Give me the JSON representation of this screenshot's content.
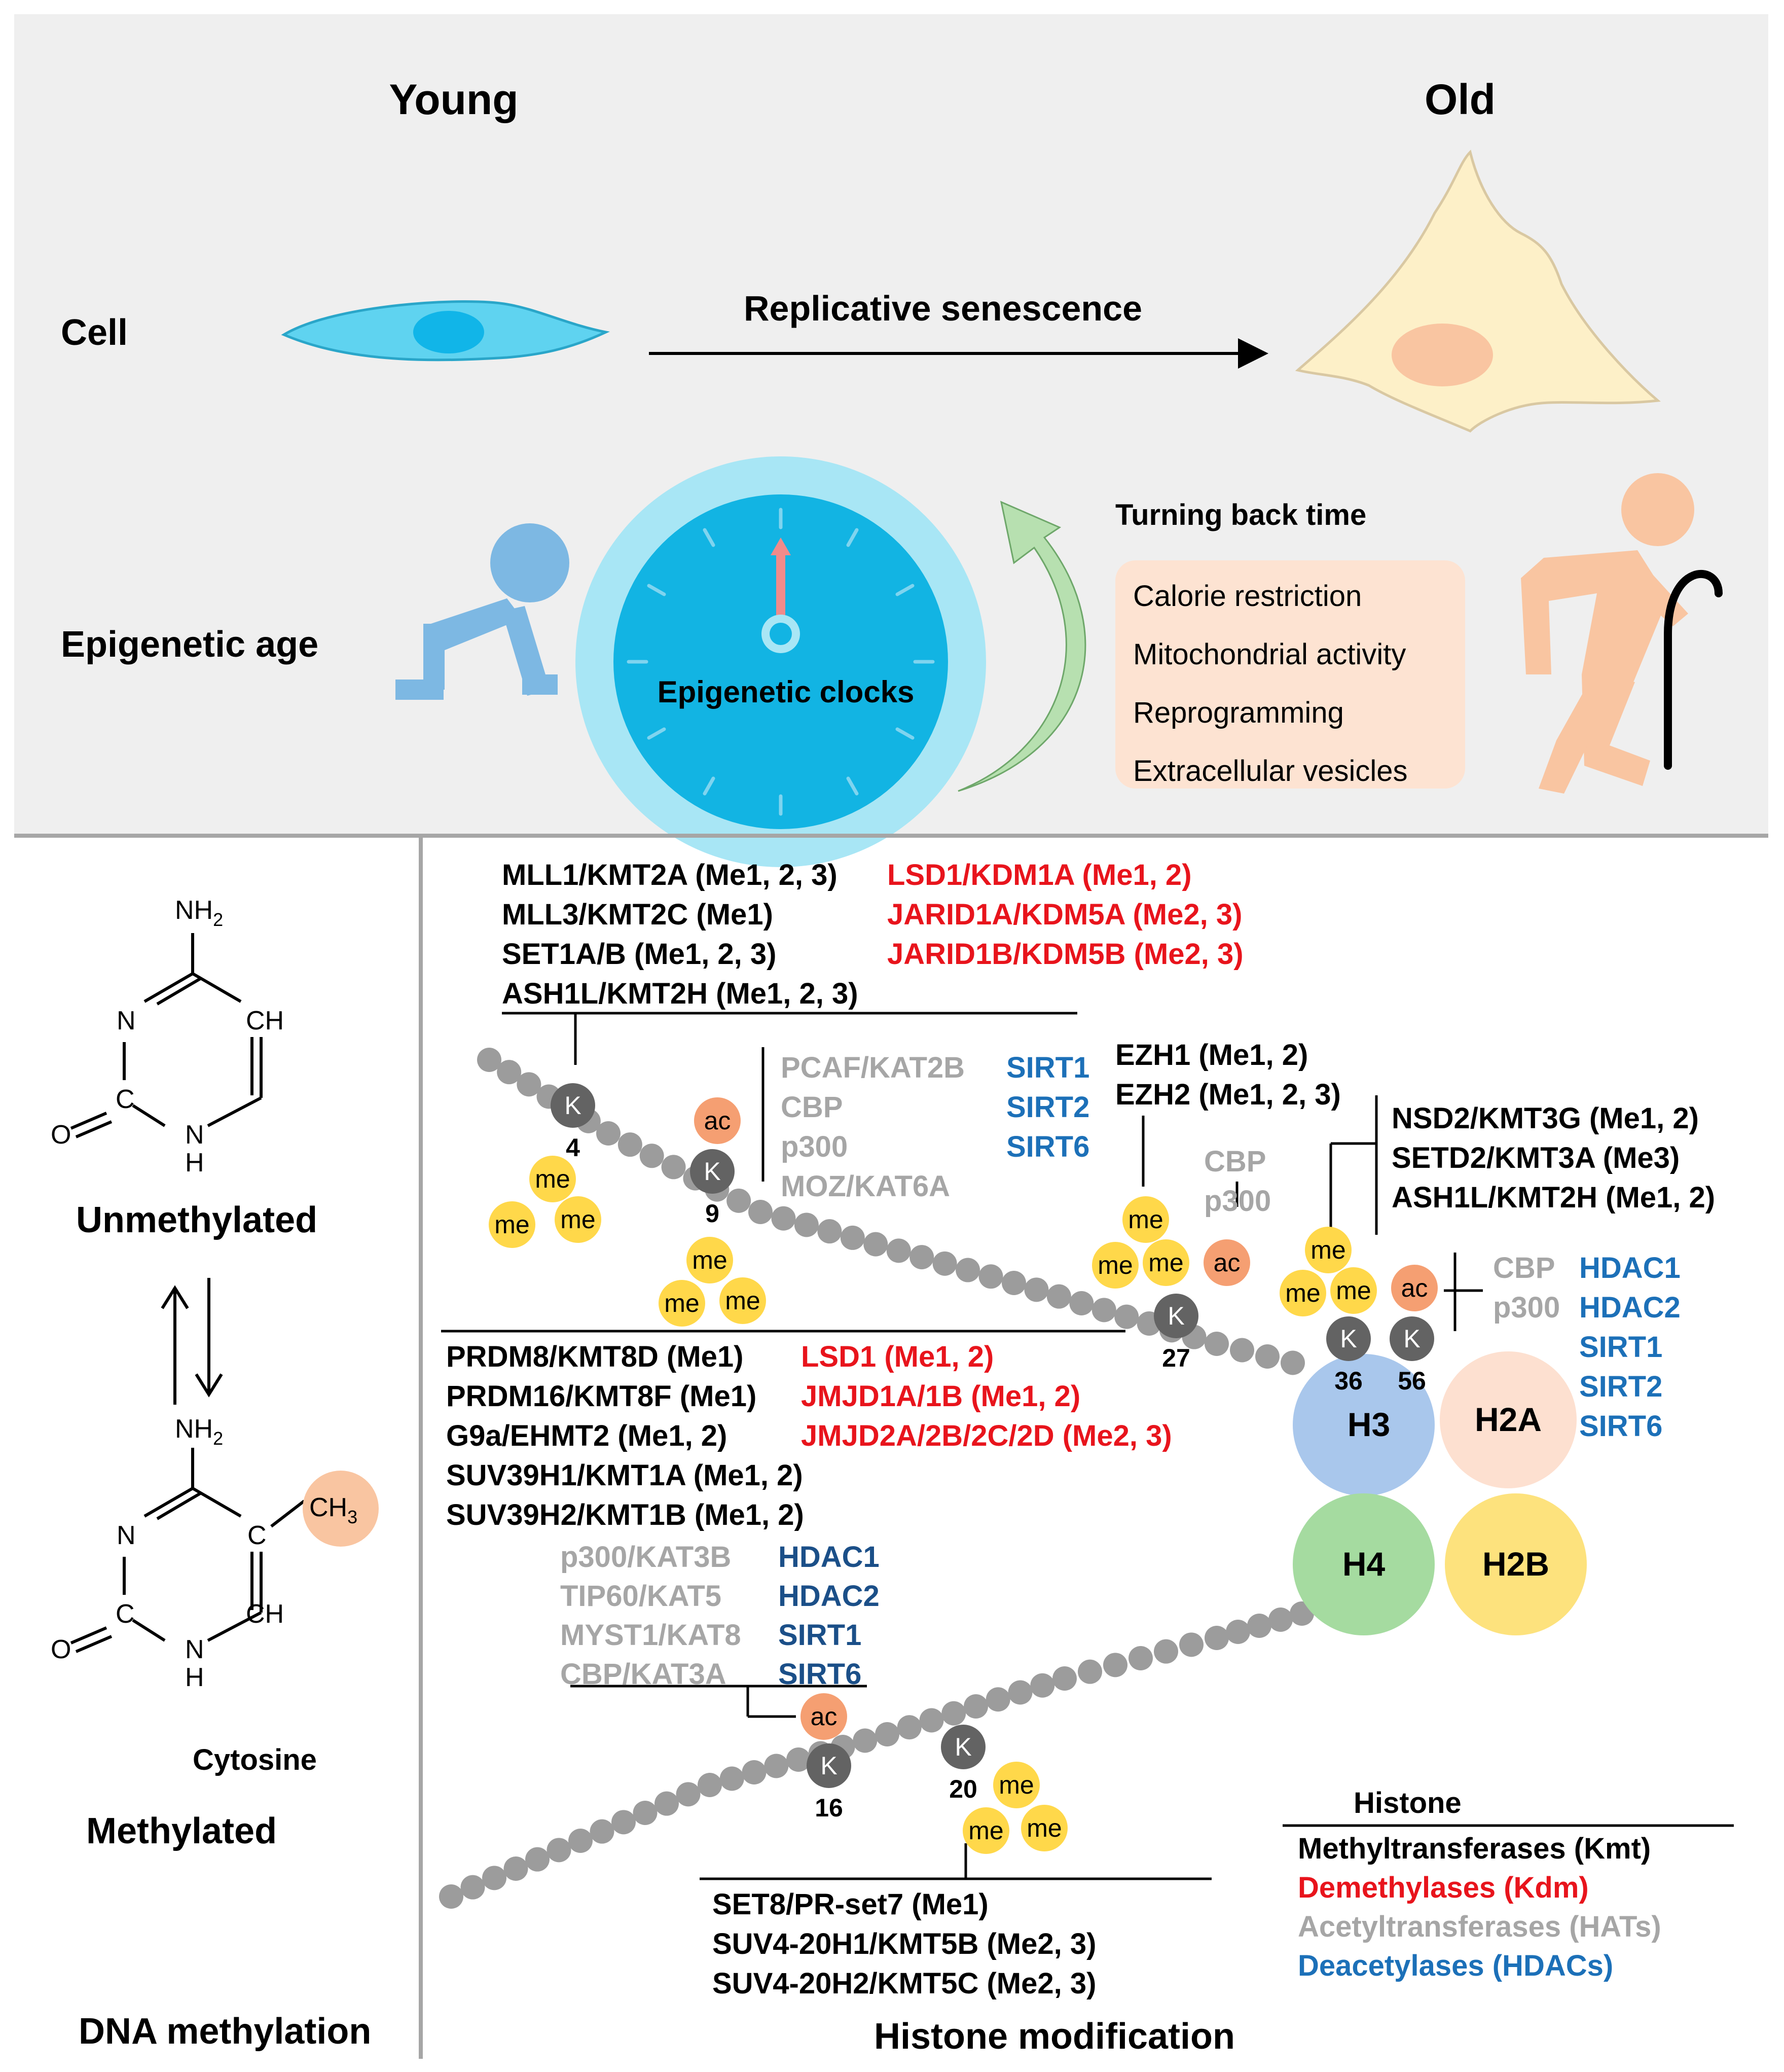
{
  "colors": {
    "panel_bg": "#efefef",
    "divider": "#a6a6a6",
    "black": "#000000",
    "red": "#e8141c",
    "gray": "#a6a6a6",
    "blue": "#1c70b8",
    "dark_blue": "#1b4f88",
    "me_yellow": "#ffd84a",
    "ac_orange": "#f59f72",
    "k_gray": "#636363",
    "bead": "#9c9c9c",
    "h3": "#a9c7ec",
    "h2a": "#fde0d0",
    "h4": "#a5dba0",
    "h2b": "#fde27d",
    "young_cell": "#5fd3f0",
    "old_cell": "#fdf0c8",
    "clock_outer": "#a8e6f5",
    "clock_inner": "#12b4e3",
    "clock_hand": "#f08b8b",
    "arrow_green": "#b7e0b0",
    "person_blue": "#7db8e3",
    "person_peach": "#f9c5a1",
    "box_peach": "#fde3d2"
  },
  "top": {
    "young": "Young",
    "old": "Old",
    "cell_label": "Cell",
    "replicative_senescence": "Replicative senescence",
    "epigenetic_age": "Epigenetic age",
    "epigenetic_clocks": "Epigenetic clocks",
    "turning_back_time": "Turning back time",
    "interventions": [
      "Calorie restriction",
      "Mitochondrial activity",
      "Reprogramming",
      "Extracellular vesicles"
    ]
  },
  "dna": {
    "nh2_top": "NH",
    "sub2": "2",
    "n": "N",
    "ch": "CH",
    "c": "C",
    "o": "O",
    "h": "H",
    "ch3": "CH",
    "sub3": "3",
    "unmethylated": "Unmethylated",
    "cytosine": "Cytosine",
    "methylated": "Methylated",
    "section_title": "DNA methylation"
  },
  "histone": {
    "section_title": "Histone modification",
    "labels": {
      "me": "me",
      "ac": "ac",
      "k": "K"
    },
    "residues": [
      "4",
      "9",
      "27",
      "36",
      "56",
      "16",
      "20"
    ],
    "cores": [
      "H3",
      "H2A",
      "H4",
      "H2B"
    ],
    "k4_kmt": [
      "MLL1/KMT2A (Me1, 2, 3)",
      "MLL3/KMT2C (Me1)",
      "SET1A/B (Me1, 2, 3)",
      "ASH1L/KMT2H (Me1, 2, 3)"
    ],
    "k4_kdm": [
      "LSD1/KDM1A (Me1, 2)",
      "JARID1A/KDM5A (Me2, 3)",
      "JARID1B/KDM5B (Me2, 3)"
    ],
    "k9_hat": [
      "PCAF/KAT2B",
      "CBP",
      "p300",
      "MOZ/KAT6A"
    ],
    "k9_hdac": [
      "SIRT1",
      "SIRT2",
      "SIRT6"
    ],
    "k27_kmt": [
      "EZH1 (Me1, 2)",
      "EZH2 (Me1, 2, 3)"
    ],
    "k27_hat": [
      "CBP",
      "p300"
    ],
    "k36_kmt": [
      "NSD2/KMT3G (Me1, 2)",
      "SETD2/KMT3A (Me3)",
      "ASH1L/KMT2H (Me1, 2)"
    ],
    "k56_hat": [
      "CBP",
      "p300"
    ],
    "k56_hdac": [
      "HDAC1",
      "HDAC2",
      "SIRT1",
      "SIRT2",
      "SIRT6"
    ],
    "k9_kmt": [
      "PRDM8/KMT8D (Me1)",
      "PRDM16/KMT8F (Me1)",
      "G9a/EHMT2 (Me1, 2)",
      "SUV39H1/KMT1A (Me1, 2)",
      "SUV39H2/KMT1B (Me1, 2)"
    ],
    "k9_kdm": [
      "LSD1 (Me1, 2)",
      "JMJD1A/1B (Me1, 2)",
      "JMJD2A/2B/2C/2D (Me2, 3)"
    ],
    "k16_hat": [
      "p300/KAT3B",
      "TIP60/KAT5",
      "MYST1/KAT8",
      "CBP/KAT3A"
    ],
    "k16_hdac": [
      "HDAC1",
      "HDAC2",
      "SIRT1",
      "SIRT6"
    ],
    "k20_kmt": [
      "SET8/PR-set7 (Me1)",
      "SUV4-20H1/KMT5B (Me2, 3)",
      "SUV4-20H2/KMT5C (Me2, 3)"
    ],
    "legend": {
      "title": "Histone",
      "kmt": "Methyltransferases (Kmt)",
      "kdm": "Demethylases (Kdm)",
      "hat": "Acetyltransferases (HATs)",
      "hdac": "Deacetylases (HDACs)"
    }
  }
}
